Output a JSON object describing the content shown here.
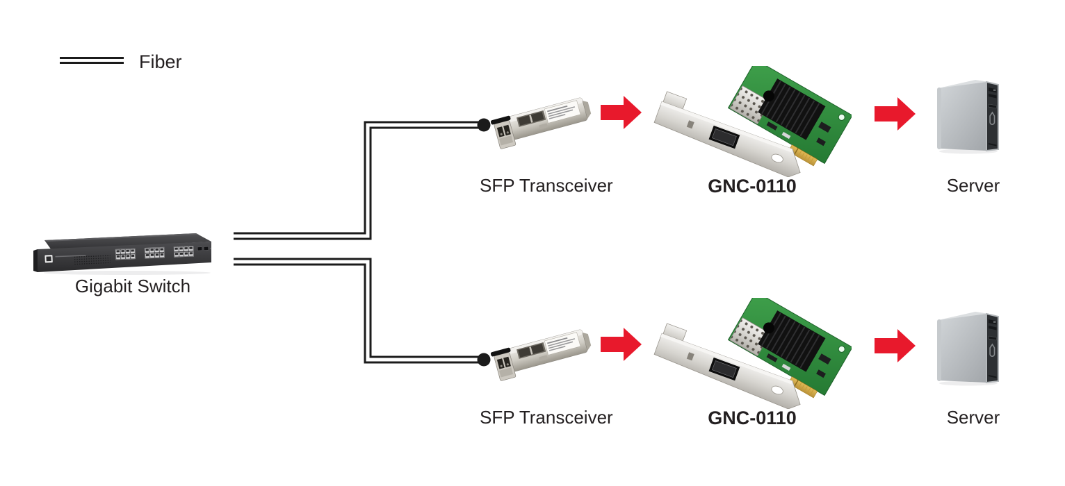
{
  "legend": {
    "label": "Fiber"
  },
  "gigabit_switch": {
    "label": "Gigabit Switch"
  },
  "rows": [
    {
      "transceiver": "SFP Transceiver",
      "nic": "GNC-0110",
      "server": "Server"
    },
    {
      "transceiver": "SFP Transceiver",
      "nic": "GNC-0110",
      "server": "Server"
    }
  ],
  "colors": {
    "arrow_red": "#e8192c",
    "fiber_line": "#1b1b1b",
    "text": "#231f20",
    "pcb_green": "#2f8f3e",
    "switch_body": "#3a3a3d",
    "server_gray": "#b9bdc1"
  }
}
